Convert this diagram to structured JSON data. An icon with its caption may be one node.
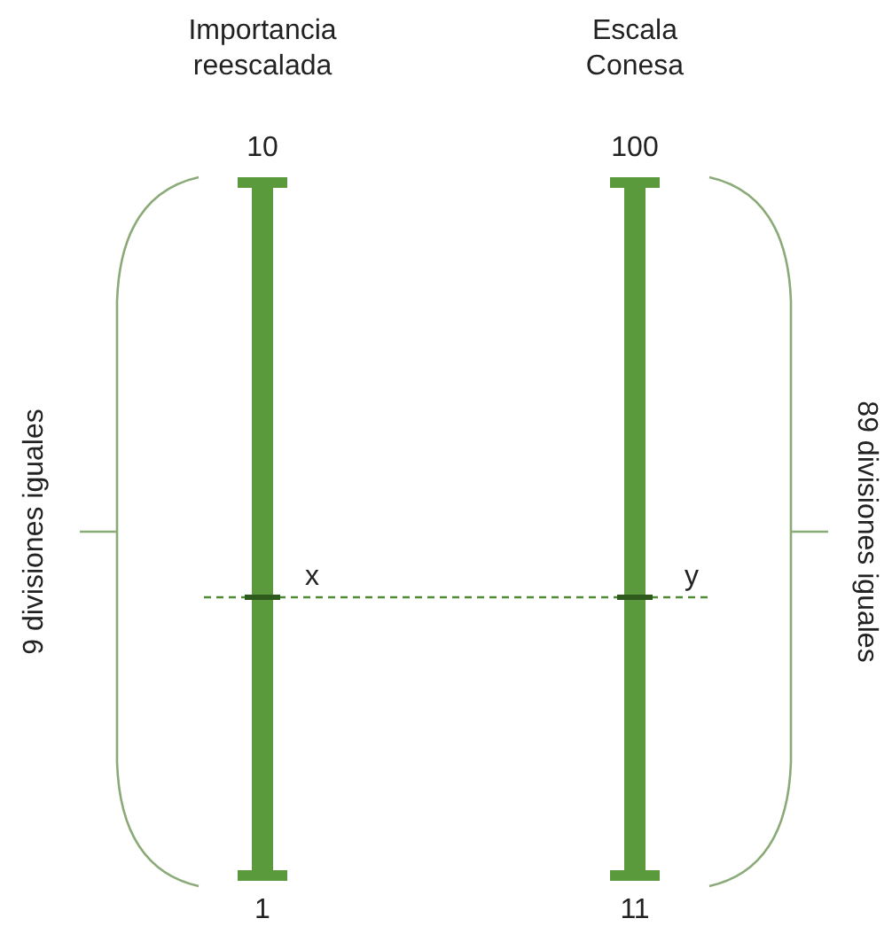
{
  "diagram": {
    "labels": [
      "Importancia reescalada",
      "Escala Conesa",
      "10",
      "100",
      "9 divisiones iguales",
      "89 divisiones iguales",
      "x",
      "y",
      "1",
      "11"
    ]
  }
}
